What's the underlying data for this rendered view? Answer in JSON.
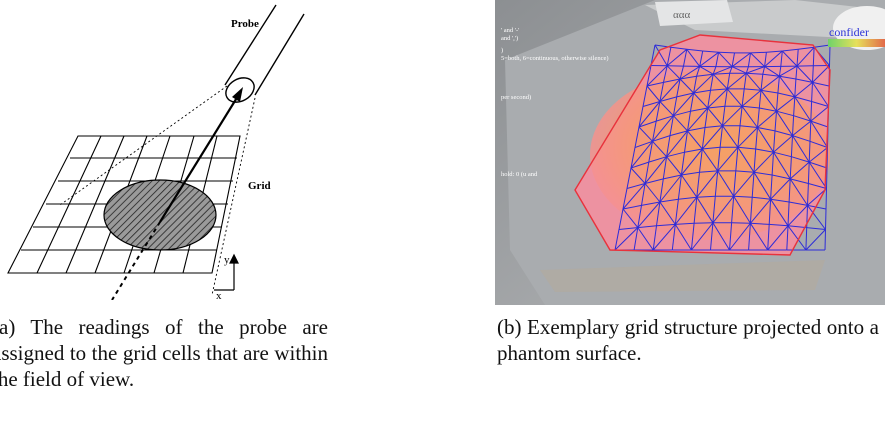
{
  "figure_a": {
    "probe_label": "Probe",
    "grid_label": "Grid",
    "axis_y_label": "y",
    "axis_x_label": "x",
    "caption": "(a) The readings of the probe are assigned to the grid cells that are within the field of view."
  },
  "figure_b": {
    "overlay_lines": [
      "' and '-'",
      "and ',')",
      ")",
      "5=both, 6=continuous, otherwise silence)",
      "per second)",
      "hold: 0 (u and"
    ],
    "card_text": "ααα",
    "badge_text": "confider",
    "caption": "(b) Exemplary grid structure projected onto a phantom surface."
  }
}
